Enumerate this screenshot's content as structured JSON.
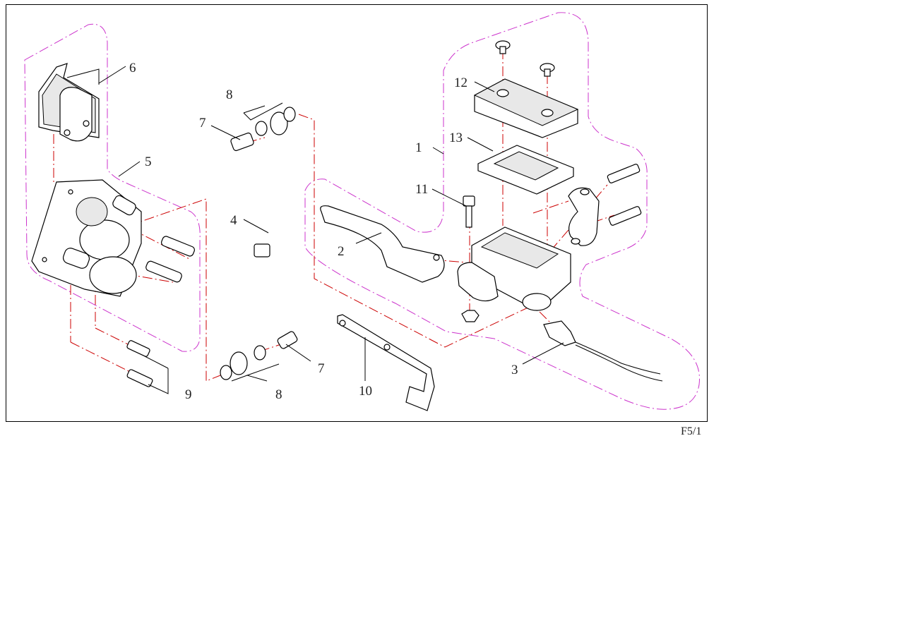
{
  "figure_code": "F5/1",
  "callouts": {
    "c1": "1",
    "c2": "2",
    "c3": "3",
    "c4": "4",
    "c5": "5",
    "c6": "6",
    "c7a": "7",
    "c7b": "7",
    "c8a": "8",
    "c8b": "8",
    "c9": "9",
    "c10": "10",
    "c11": "11",
    "c12": "12",
    "c13": "13"
  },
  "colors": {
    "frame": "#000000",
    "assembly_outline": "#cc33cc",
    "center_lines": "#cc0000"
  }
}
